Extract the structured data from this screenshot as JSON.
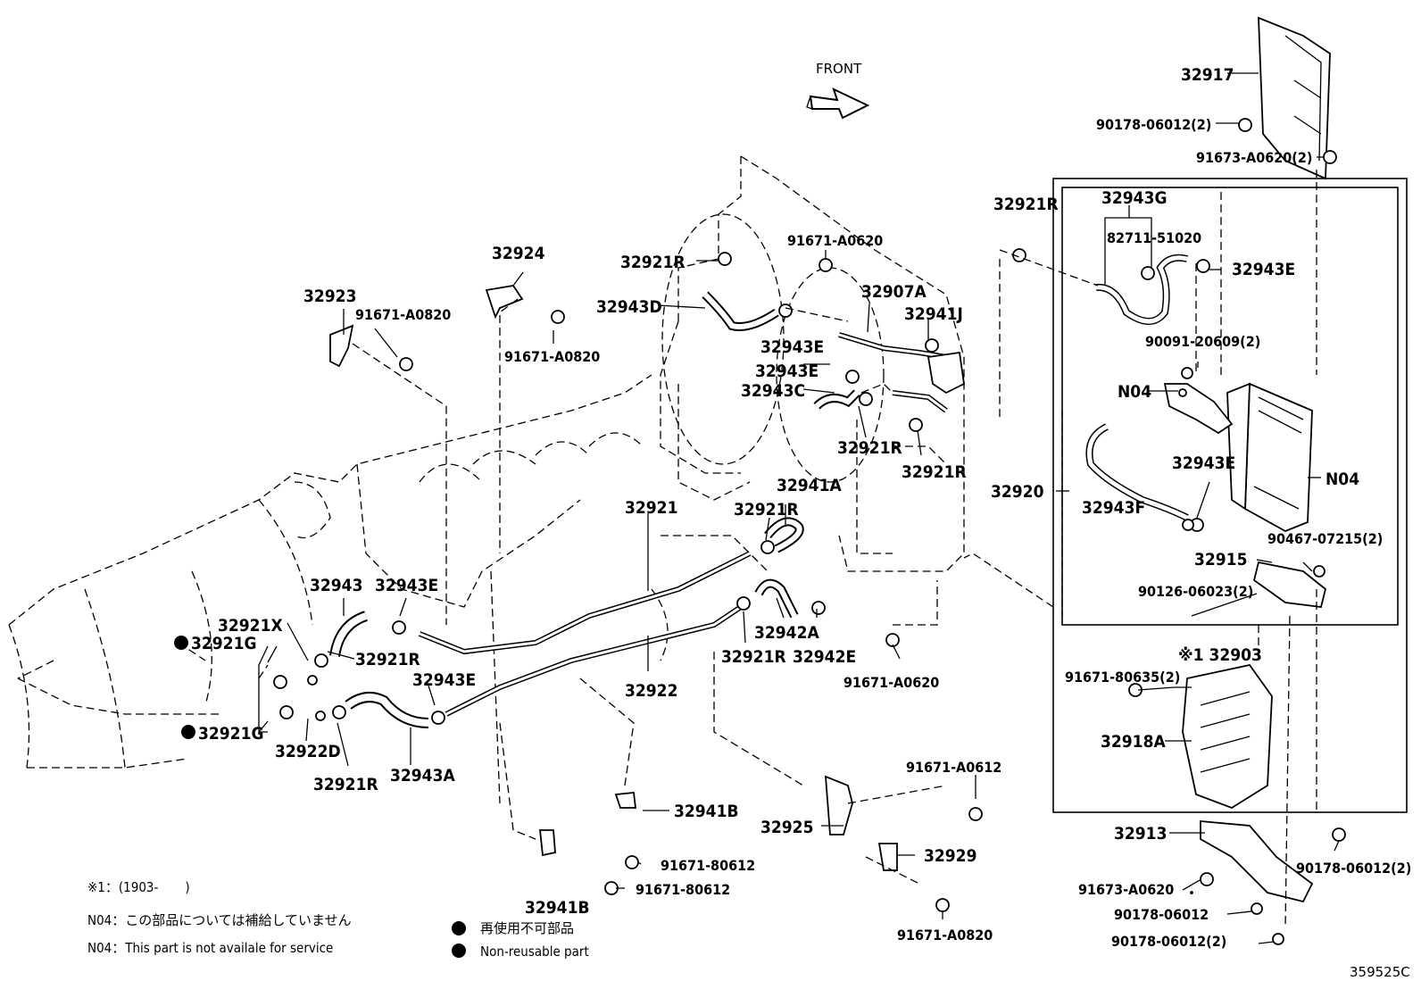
{
  "direction_label": "FRONT",
  "diagram_code": "359525C",
  "legend": {
    "note1": "※1：(1903-　　)",
    "n04_ja": "N04：この部品については補給していません",
    "n04_en": "N04：This part is not availale for service",
    "nonreuse_ja": "再使用不可部品",
    "nonreuse_en": "Non-reusable part"
  },
  "parts": {
    "p32917": "32917",
    "p90178_06012_2_top": "90178-06012(2)",
    "p91673_A0620_2": "91673-A0620(2)",
    "p32921R_a": "32921R",
    "p32943G": "32943G",
    "p82711_51020": "82711-51020",
    "p32943E_a": "32943E",
    "p90091_20609_2": "90091-20609(2)",
    "p N04_a": "N04",
    "pN04_a": "N04",
    "pN04_b": "N04",
    "p32943E_b": "32943E",
    "p32943F": "32943F",
    "p32920": "32920",
    "p32915": "32915",
    "p90467_07215_2": "90467-07215(2)",
    "p90126_06023_2": "90126-06023(2)",
    "p32903": "※1 32903",
    "p91671_80635_2": "91671-80635(2)",
    "p32918A": "32918A",
    "p32913": "32913",
    "p90178_06012_2_r": "90178-06012(2)",
    "p91673_A0620": "91673-A0620",
    "p90178_06012": "90178-06012",
    "p90178_06012_2_b": "90178-06012(2)",
    "p91671_A0620_top": "91671-A0620",
    "p32921R_b": "32921R",
    "p32943D": "32943D",
    "p32907A": "32907A",
    "p32941J": "32941J",
    "p32943E_c": "32943E",
    "p32943E_d": "32943E",
    "p32943C": "32943C",
    "p32921R_c": "32921R",
    "p32921R_d": "32921R",
    "p32941A": "32941A",
    "p32921R_e": "32921R",
    "p32921": "32921",
    "p32924": "32924",
    "p91671_A0820_a": "91671-A0820",
    "p32923": "32923",
    "p91671_A0820_b": "91671-A0820",
    "p32943": "32943",
    "p32943E_e": "32943E",
    "p32921X": "32921X",
    "p32921G_a": "32921G",
    "p32921R_f": "32921R",
    "p32943E_f": "32943E",
    "p32921G_b": "32921G",
    "p32922D": "32922D",
    "p32921R_g": "32921R",
    "p32943A": "32943A",
    "p32922": "32922",
    "p32921R_h": "32921R",
    "p32942A": "32942A",
    "p32942E": "32942E",
    "p91671_A0620_b": "91671-A0620",
    "p32941B_a": "32941B",
    "p91671_80612_a": "91671-80612",
    "p91671_80612_b": "91671-80612",
    "p32941B_b": "32941B",
    "p32925": "32925",
    "p91671_A0612": "91671-A0612",
    "p32929": "32929",
    "p91671_A0820_c": "91671-A0820"
  }
}
